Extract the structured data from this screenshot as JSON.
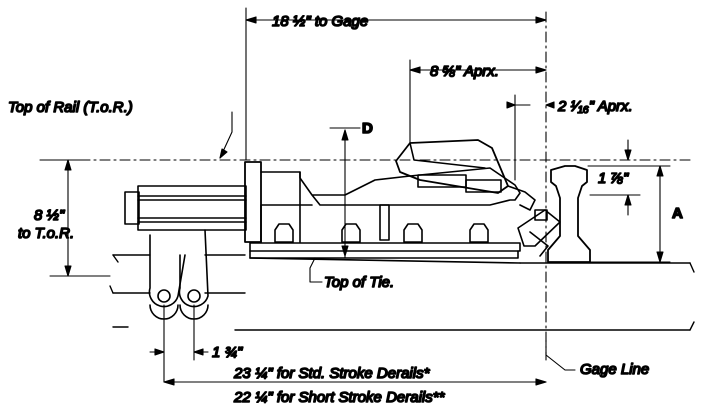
{
  "labels": {
    "gage_dim": "18 ½\" to Gage",
    "aprx_dim": "8 ⅝\" Aprx.",
    "top_of_rail": "Top of Rail (T.o.R.)",
    "gage_offset": "2 ¹⁄₁₆\" Aprx.",
    "dim_d": "D",
    "dim_a": "A",
    "height_dim": "8 ½\"",
    "to_tor": "to T.o.R.",
    "rail_offset": "1 ⅞\"",
    "top_of_tie": "Top of Tie.",
    "pin_dim": "1 ¾\"",
    "gage_line": "Gage Line",
    "std_stroke": "23 ¼\" for Std. Stroke Derails*",
    "short_stroke": "22 ¼\" for Short Stroke Derails**"
  },
  "colors": {
    "ink": "#000000",
    "paper": "#ffffff"
  }
}
